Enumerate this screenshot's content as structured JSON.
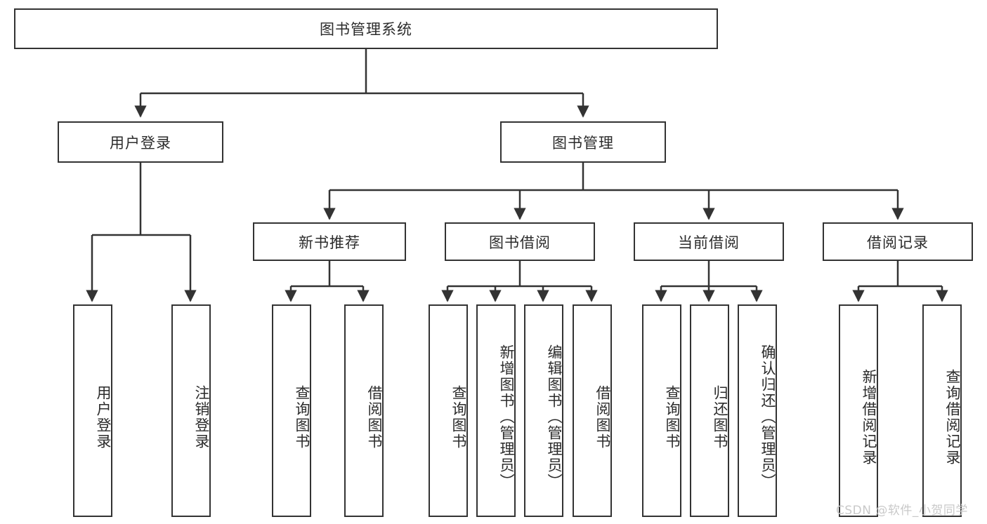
{
  "diagram": {
    "title": "图书管理系统",
    "type": "tree-hierarchy-chart",
    "root": {
      "label": "图书管理系统"
    },
    "level2": [
      {
        "label": "用户登录"
      },
      {
        "label": "图书管理"
      }
    ],
    "level3": [
      {
        "label": "新书推荐"
      },
      {
        "label": "图书借阅"
      },
      {
        "label": "当前借阅"
      },
      {
        "label": "借阅记录"
      }
    ],
    "leaves": {
      "user_login": [
        {
          "label": "用户登录"
        },
        {
          "label": "注销登录"
        }
      ],
      "new_book_recommend": [
        {
          "label": "查询图书"
        },
        {
          "label": "借阅图书"
        }
      ],
      "book_borrow": [
        {
          "label": "查询图书"
        },
        {
          "label": "新增图书（管理员）"
        },
        {
          "label": "编辑图书（管理员）"
        },
        {
          "label": "借阅图书"
        }
      ],
      "current_borrow": [
        {
          "label": "查询图书"
        },
        {
          "label": "归还图书"
        },
        {
          "label": "确认归还（管理员）"
        }
      ],
      "borrow_record": [
        {
          "label": "新增借阅记录"
        },
        {
          "label": "查询借阅记录"
        }
      ]
    }
  },
  "watermark": {
    "text": "CSDN @软件_小贺同学"
  },
  "colors": {
    "stroke": "#333333",
    "text": "#2b2b2b",
    "background": "#ffffff",
    "watermark": "#c9c9c9"
  }
}
